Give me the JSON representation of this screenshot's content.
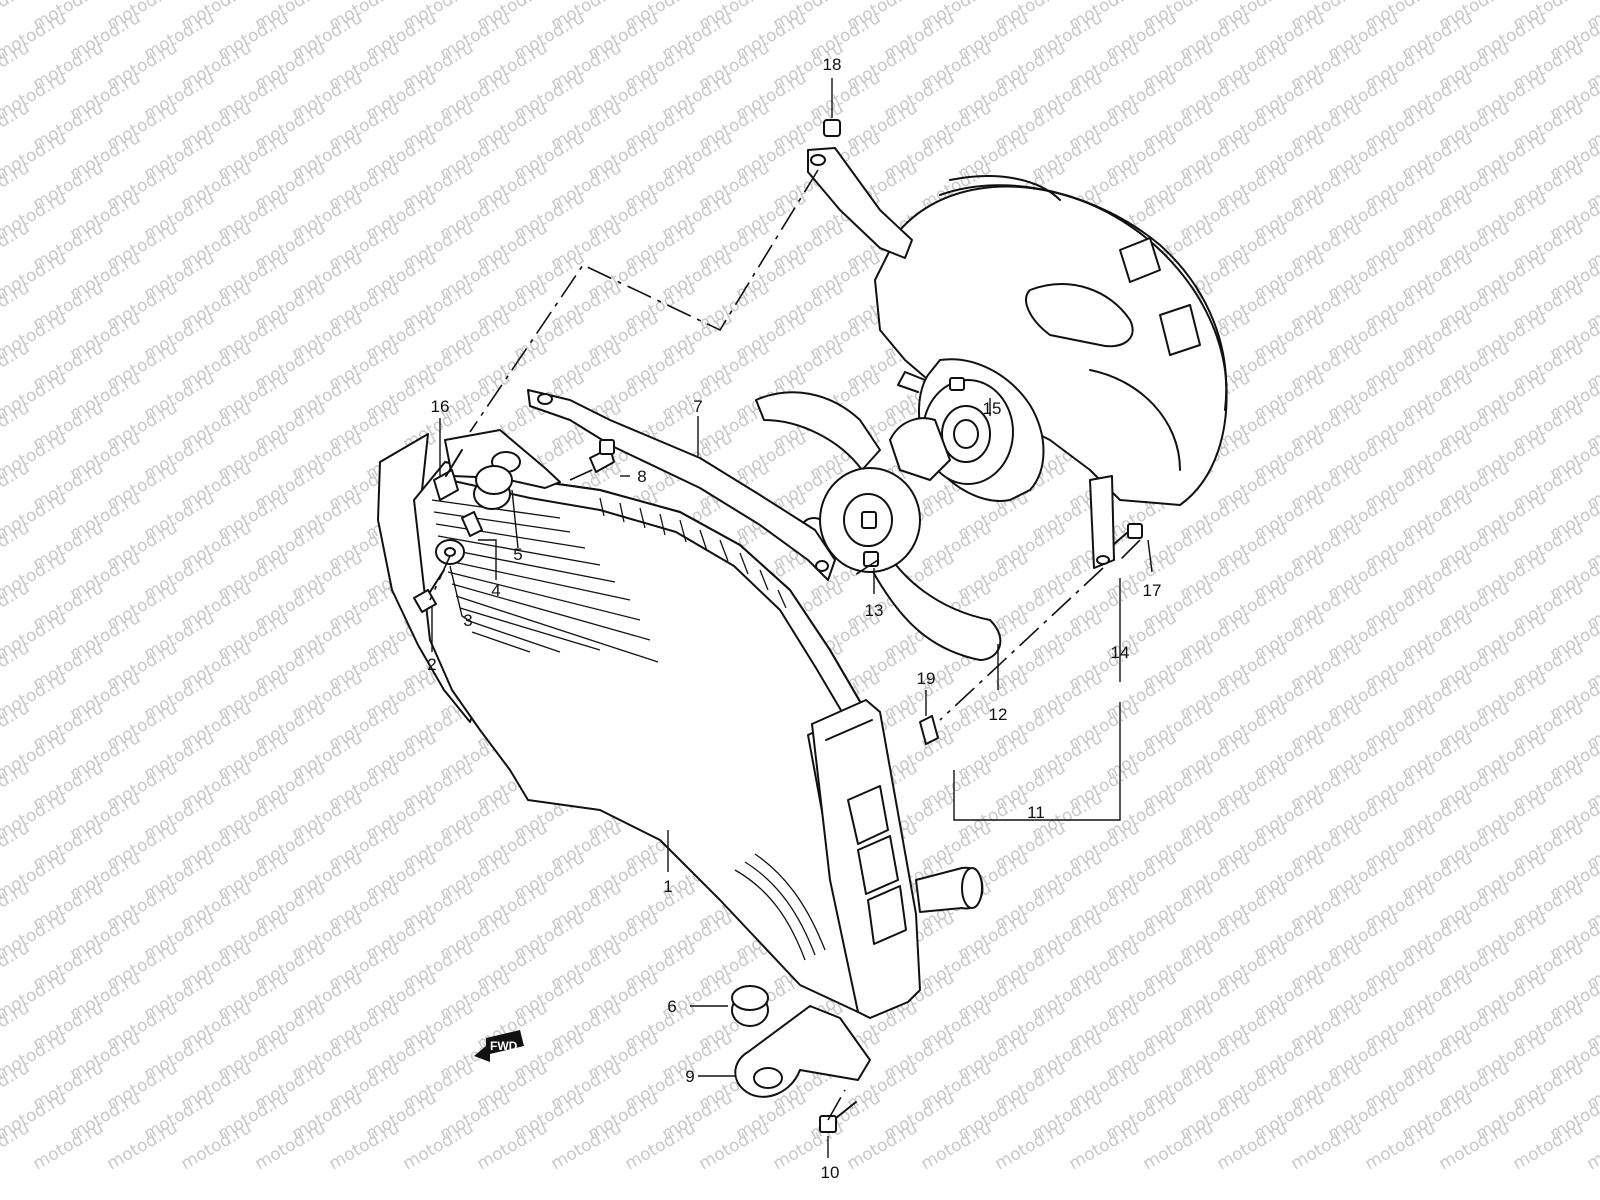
{
  "watermark": "motod.ru",
  "fwd_label": "FWD",
  "callouts": [
    {
      "id": "c1",
      "label": "1"
    },
    {
      "id": "c2",
      "label": "2"
    },
    {
      "id": "c3",
      "label": "3"
    },
    {
      "id": "c4",
      "label": "4"
    },
    {
      "id": "c5",
      "label": "5"
    },
    {
      "id": "c6",
      "label": "6"
    },
    {
      "id": "c7",
      "label": "7"
    },
    {
      "id": "c8",
      "label": "8"
    },
    {
      "id": "c9",
      "label": "9"
    },
    {
      "id": "c10",
      "label": "10"
    },
    {
      "id": "c11",
      "label": "11"
    },
    {
      "id": "c12",
      "label": "12"
    },
    {
      "id": "c13",
      "label": "13"
    },
    {
      "id": "c14",
      "label": "14"
    },
    {
      "id": "c15",
      "label": "15"
    },
    {
      "id": "c16",
      "label": "16"
    },
    {
      "id": "c17",
      "label": "17"
    },
    {
      "id": "c18",
      "label": "18"
    },
    {
      "id": "c19",
      "label": "19"
    }
  ],
  "colors": {
    "line": "#111111",
    "background": "#ffffff",
    "watermark": "#c8c8c8"
  }
}
